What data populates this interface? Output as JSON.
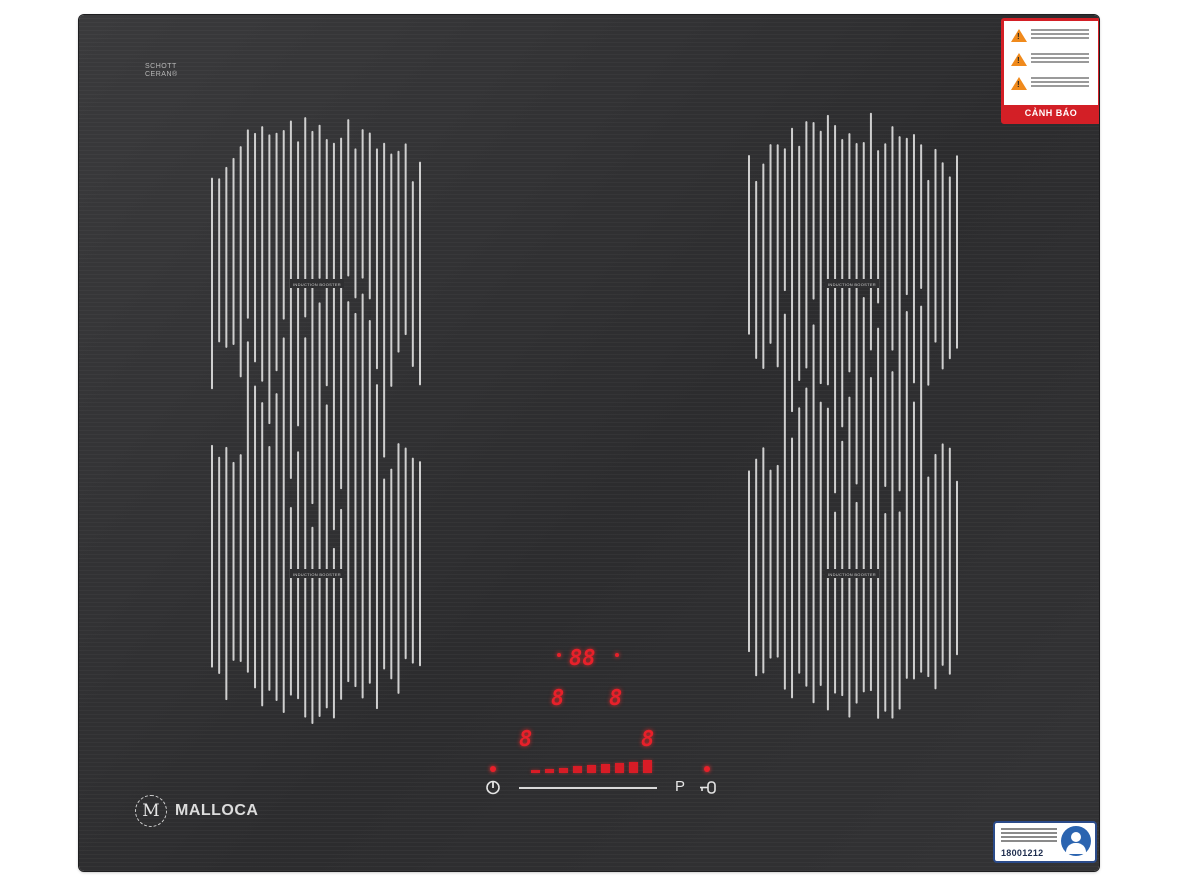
{
  "cooktop": {
    "substrate_text": [
      "SCHOTT",
      "CERAN®"
    ],
    "zone_labels": [
      "INDUCTION BOOSTER",
      "INDUCTION BOOSTER",
      "INDUCTION BOOSTER",
      "INDUCTION BOOSTER"
    ],
    "brand": "MALLOCA",
    "brand_logo_letter": "M",
    "colors": {
      "glass": "#2f2f31",
      "led": "#e8202a",
      "warning_red": "#d31f26",
      "sticker_blue": "#2b4b8a"
    }
  },
  "display": {
    "timer": "88",
    "zones": [
      "8",
      "8",
      "8",
      "8"
    ]
  },
  "controls": {
    "power_icon": "power-icon",
    "pause_label": "P",
    "lock_icon": "key-lock-icon",
    "slider_levels": 9
  },
  "warning_label": {
    "footer": "CẢNH BÁO"
  },
  "service_sticker": {
    "phone": "18001212"
  }
}
